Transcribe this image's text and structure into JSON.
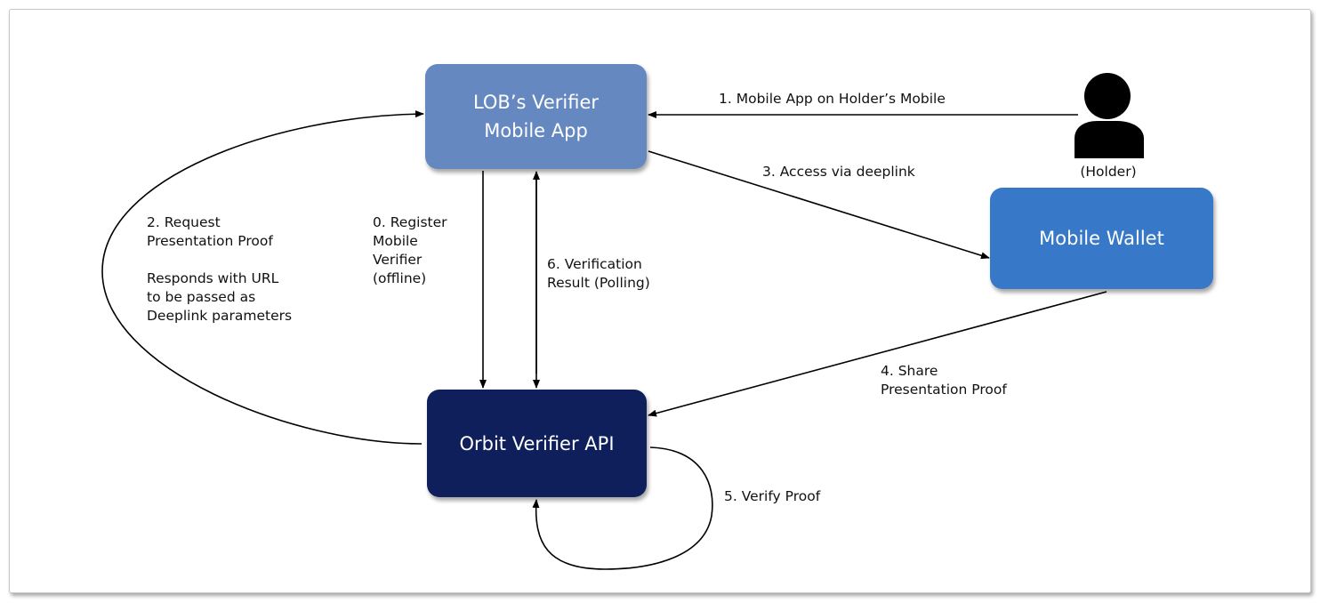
{
  "nodes": {
    "lob_verifier": "LOB’s Verifier\nMobile App",
    "mobile_wallet": "Mobile Wallet",
    "orbit_api": "Orbit Verifier API"
  },
  "holder": {
    "caption": "(Holder)",
    "icon": "person-icon"
  },
  "edges": {
    "step0": "0. Register\nMobile\nVerifier\n(offline)",
    "step1": "1. Mobile App on Holder’s Mobile",
    "step2": "2. Request\nPresentation Proof\n\nResponds with URL\nto be passed as\nDeeplink parameters",
    "step3": "3. Access via deeplink",
    "step4": "4. Share\nPresentation Proof",
    "step5": "5. Verify Proof",
    "step6": "6. Verification\nResult (Polling)"
  },
  "colors": {
    "lob_verifier": "#6588c1",
    "mobile_wallet": "#3878c8",
    "orbit_api": "#0f1f5c",
    "arrow": "#000000"
  }
}
